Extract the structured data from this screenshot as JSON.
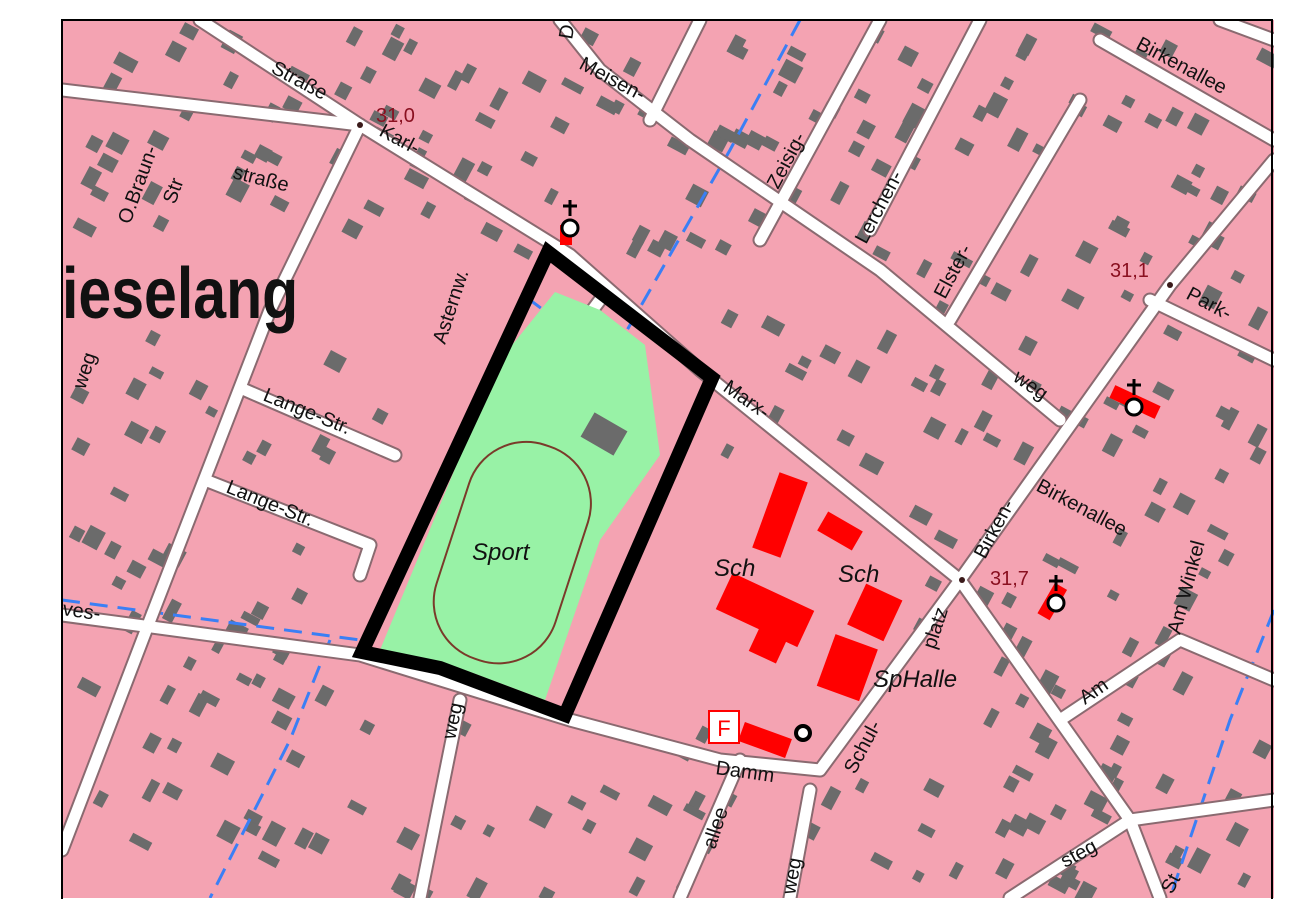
{
  "map": {
    "town_name": "ieselang",
    "colors": {
      "residential": "#f4a3b2",
      "building": "#6b6b6b",
      "road": "#ffffff",
      "road_edge": "#8a6a70",
      "sport_green": "#98f2a6",
      "track": "#7a3a2a",
      "public_building": "#ff0000",
      "boundary_dash": "#3a7ff5",
      "highlight_outline": "#000000",
      "spot_height": "#8a1020"
    },
    "street_labels": {
      "strasse_top": "Straße",
      "karl": "Karl-",
      "strasse_left": "straße",
      "o_braun": "O.Braun-",
      "str_small": "Str",
      "meisen": "Meisen-",
      "d_top": "D",
      "zeisig": "Zeisig-",
      "lerchen": "Lerchen-",
      "elster": "Elster-",
      "birkenallee_top": "Birkenallee",
      "park": "Park-",
      "weg_right": "weg",
      "asternw": "Asternw.",
      "marx": "Marx-",
      "lange_str_1": "Lange-Str.",
      "lange_str_2": "Lange-Str.",
      "weg_left_edge": "weg",
      "birken": "Birken-",
      "birkenallee_mid": "Birkenallee",
      "am_winkel": "Am Winkel",
      "schulplatz_a": "platz",
      "schulplatz_b": "Schul-",
      "am": "Am",
      "ves": "ves-",
      "weg_bottom": "weg",
      "damm": "Damm",
      "allee": "allee",
      "weg_bottom2": "weg",
      "steg": "steg",
      "st_corner": "St"
    },
    "spot_heights": {
      "h1": "31,0",
      "h2": "31,1",
      "h3": "31,7"
    },
    "feature_labels": {
      "sport": "Sport",
      "sch_1": "Sch",
      "sch_2": "Sch",
      "sphalle": "SpHalle",
      "fire_station": "F"
    },
    "symbols": [
      "church-icon",
      "church-icon",
      "church-icon",
      "point-of-interest-icon",
      "fire-station-icon"
    ]
  }
}
